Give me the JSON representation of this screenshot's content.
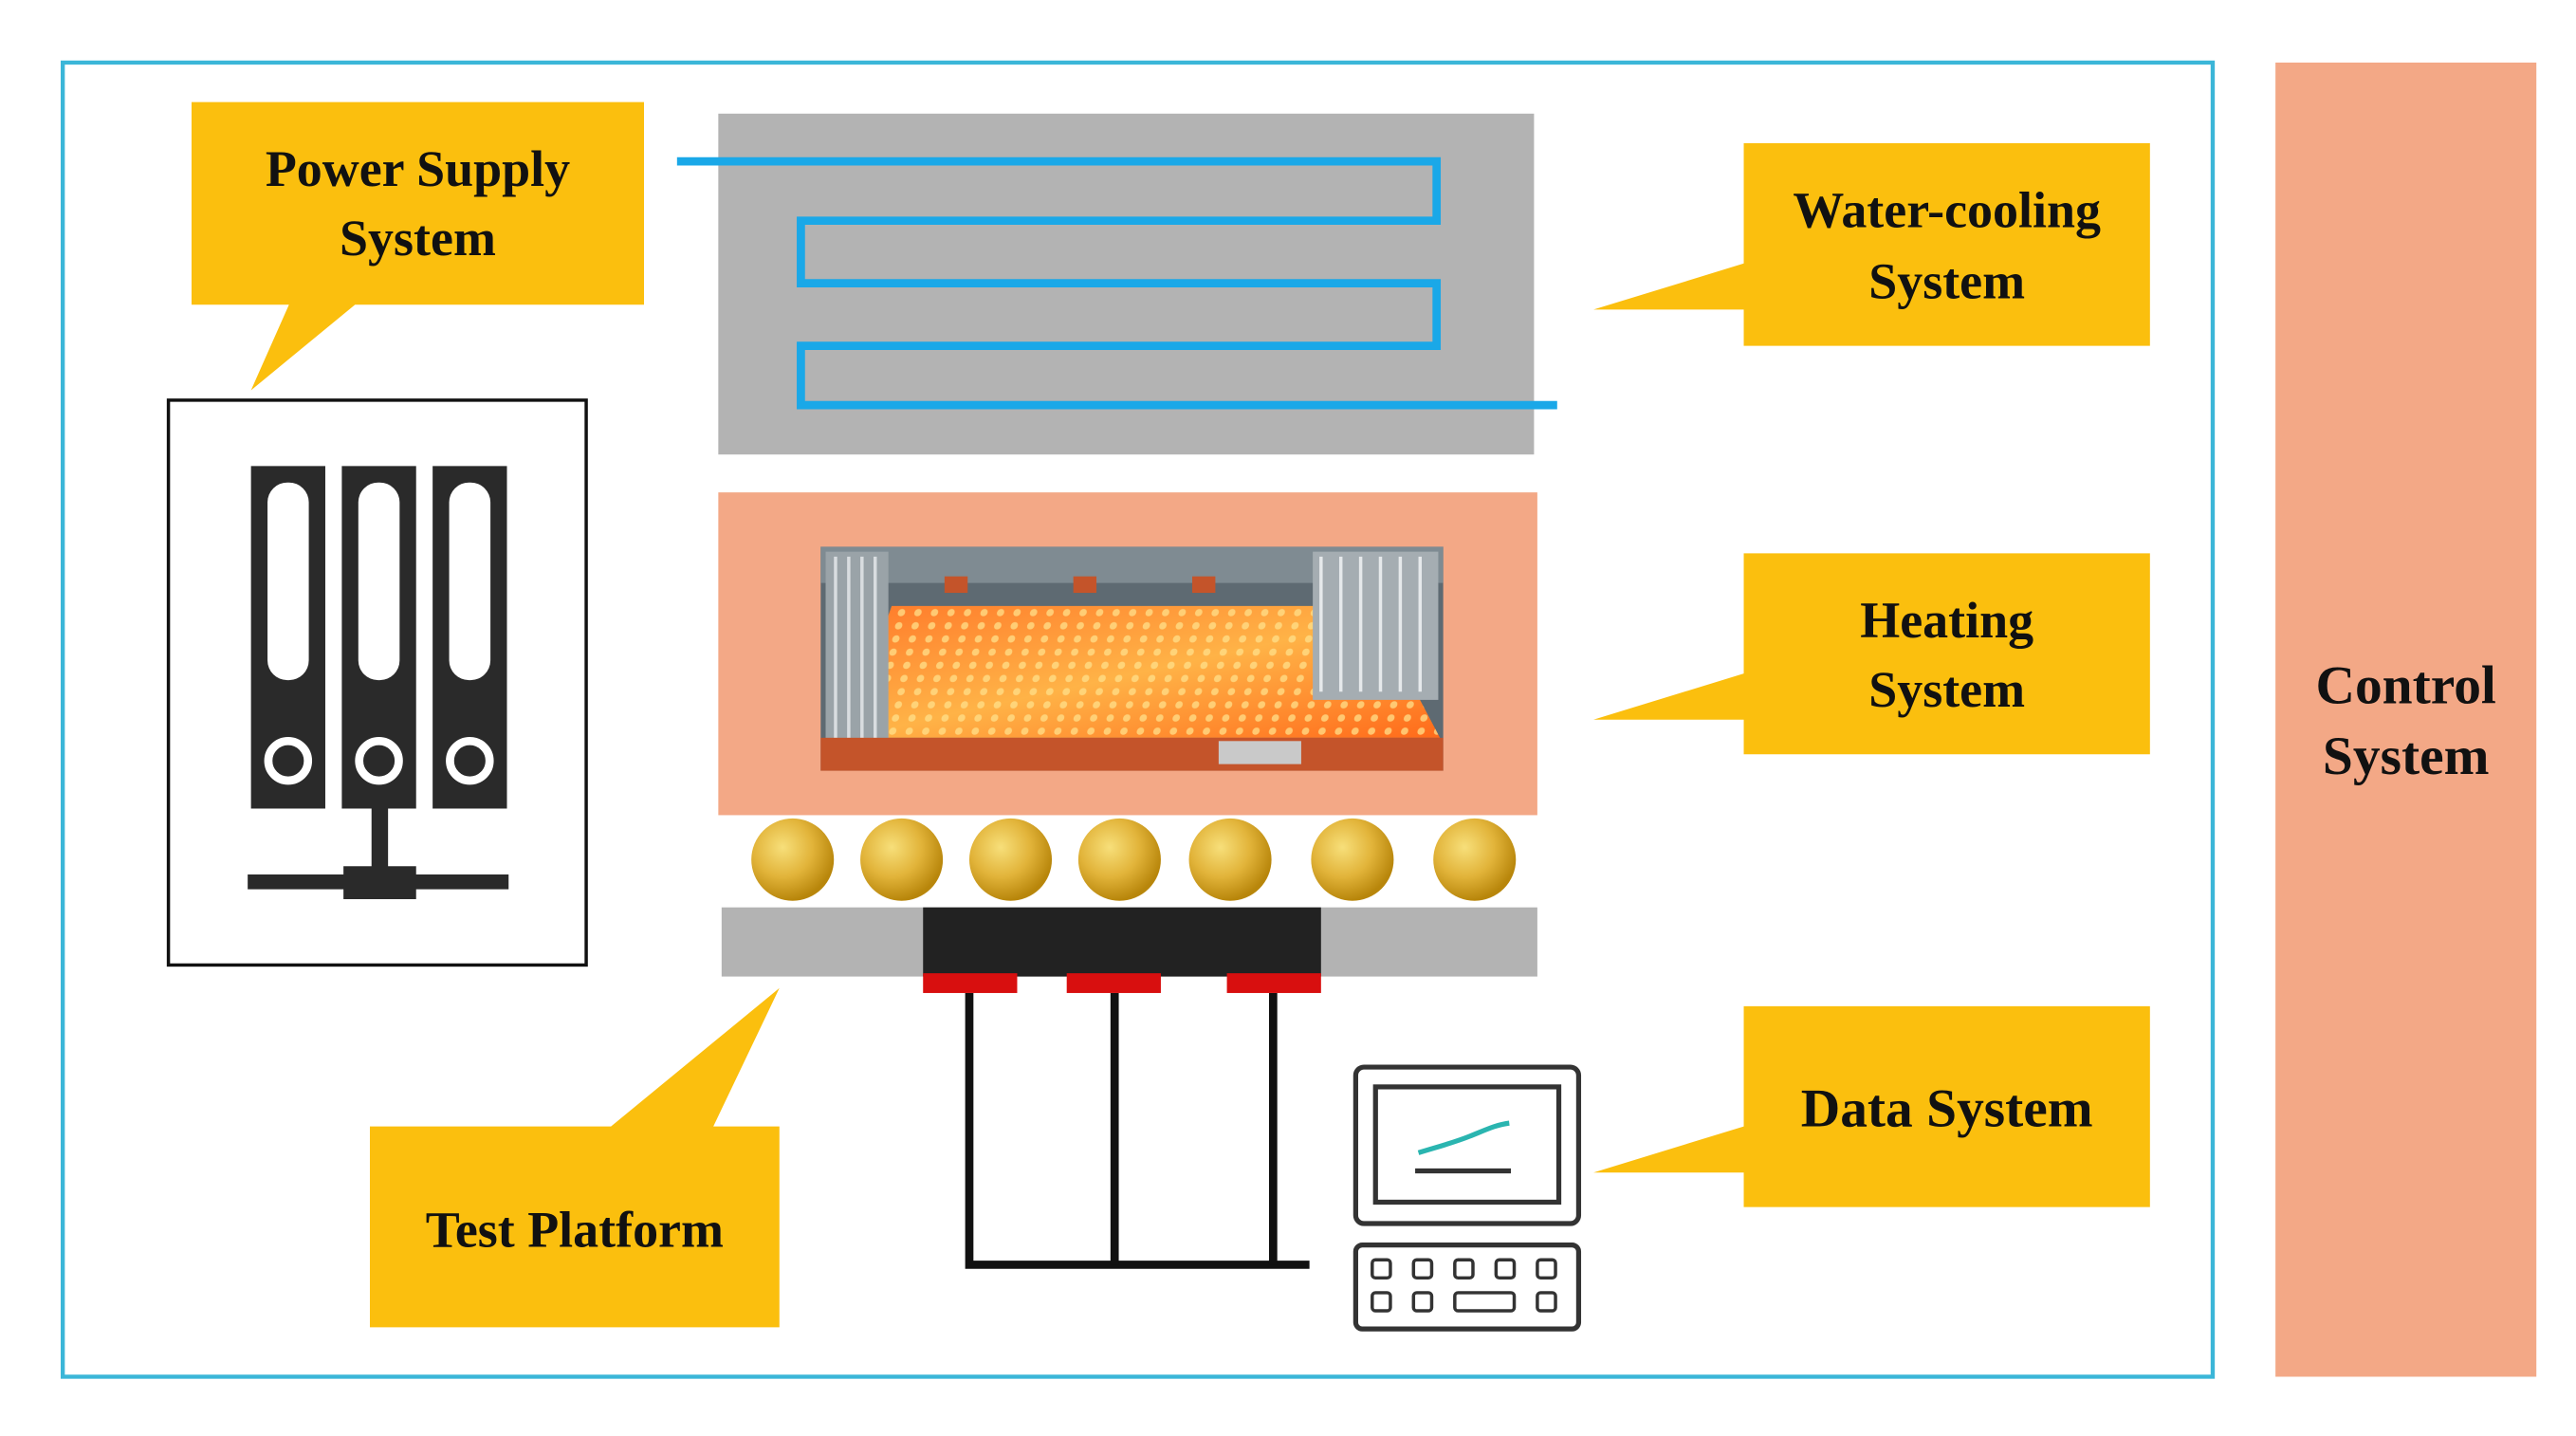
{
  "labels": {
    "power_supply": [
      "Power Supply",
      "System"
    ],
    "water_cooling": [
      "Water-cooling",
      "System"
    ],
    "heating": [
      "Heating",
      "System"
    ],
    "data_system": "Data System",
    "test_platform": "Test Platform",
    "control": [
      "Control",
      "System"
    ]
  },
  "colors": {
    "frame_border": "#3bb6d8",
    "callout": "#fbbf0e",
    "control_panel": "#f3a886",
    "heating_block": "#f3a886",
    "cooling_block": "#b3b3b3",
    "coolant_pipe": "#1aa8e8",
    "platform": "#b3b3b3",
    "balls": "#e2b43a",
    "sensor_red": "#d80f0f",
    "dark": "#222222"
  },
  "icons": {
    "power": "power-supply-icon",
    "monitor": "computer-terminal-icon",
    "furnace": "furnace-photo"
  }
}
